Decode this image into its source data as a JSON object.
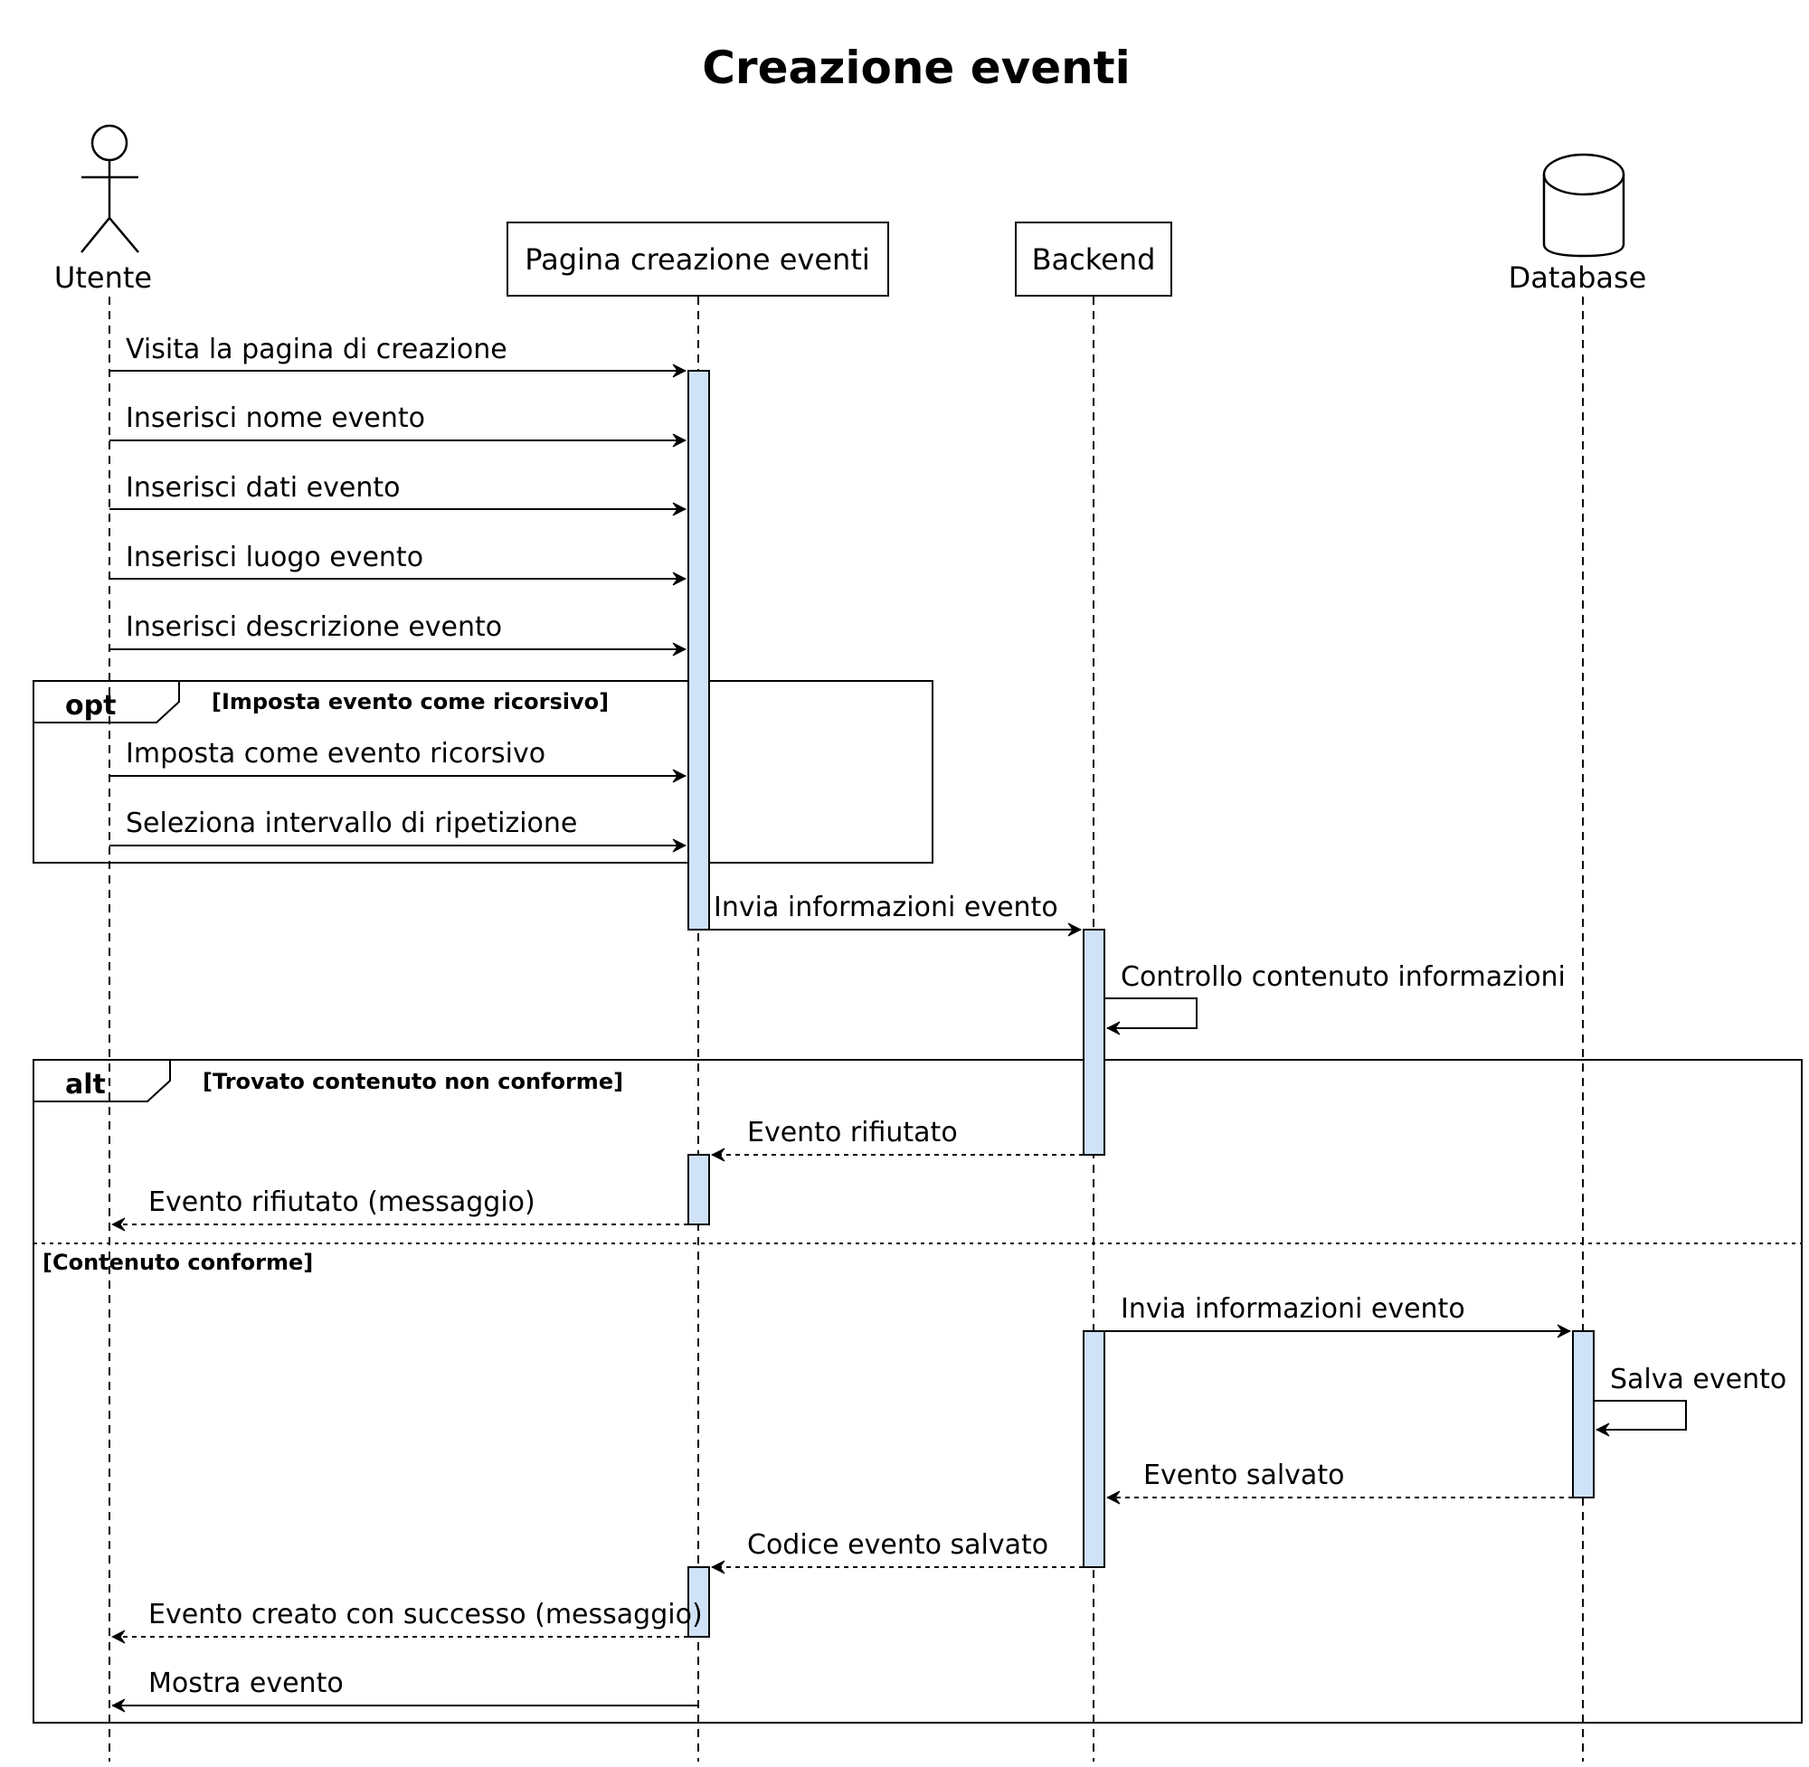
{
  "diagram": {
    "title": "Creazione eventi",
    "participants": [
      {
        "id": "utente",
        "label": "Utente",
        "kind": "actor"
      },
      {
        "id": "pagina",
        "label": "Pagina creazione eventi",
        "kind": "participant"
      },
      {
        "id": "backend",
        "label": "Backend",
        "kind": "participant"
      },
      {
        "id": "database",
        "label": "Database",
        "kind": "database"
      }
    ],
    "messages": [
      {
        "from": "utente",
        "to": "pagina",
        "label": "Visita la pagina di creazione",
        "style": "solid"
      },
      {
        "from": "utente",
        "to": "pagina",
        "label": "Inserisci nome evento",
        "style": "solid"
      },
      {
        "from": "utente",
        "to": "pagina",
        "label": "Inserisci dati evento",
        "style": "solid"
      },
      {
        "from": "utente",
        "to": "pagina",
        "label": "Inserisci luogo evento",
        "style": "solid"
      },
      {
        "from": "utente",
        "to": "pagina",
        "label": "Inserisci descrizione evento",
        "style": "solid"
      },
      {
        "from": "utente",
        "to": "pagina",
        "label": "Imposta come evento ricorsivo",
        "style": "solid"
      },
      {
        "from": "utente",
        "to": "pagina",
        "label": "Seleziona intervallo di ripetizione",
        "style": "solid"
      },
      {
        "from": "pagina",
        "to": "backend",
        "label": "Invia informazioni evento",
        "style": "solid"
      },
      {
        "from": "backend",
        "to": "backend",
        "label": "Controllo contenuto informazioni",
        "style": "self"
      },
      {
        "from": "backend",
        "to": "pagina",
        "label": "Evento rifiutato",
        "style": "dashed"
      },
      {
        "from": "pagina",
        "to": "utente",
        "label": "Evento rifiutato (messaggio)",
        "style": "dashed"
      },
      {
        "from": "backend",
        "to": "database",
        "label": "Invia informazioni evento",
        "style": "solid"
      },
      {
        "from": "database",
        "to": "database",
        "label": "Salva evento",
        "style": "self"
      },
      {
        "from": "database",
        "to": "backend",
        "label": "Evento salvato",
        "style": "dashed"
      },
      {
        "from": "backend",
        "to": "pagina",
        "label": "Codice evento salvato",
        "style": "dashed"
      },
      {
        "from": "pagina",
        "to": "utente",
        "label": "Evento creato con successo (messaggio)",
        "style": "dashed"
      },
      {
        "from": "pagina",
        "to": "utente",
        "label": "Mostra evento",
        "style": "solid"
      }
    ],
    "fragments": [
      {
        "keyword": "opt",
        "guard": "[Imposta evento come ricorsivo]"
      },
      {
        "keyword": "alt",
        "guard": "[Trovato contenuto non conforme]",
        "else_guard": "[Contenuto conforme]"
      }
    ]
  }
}
